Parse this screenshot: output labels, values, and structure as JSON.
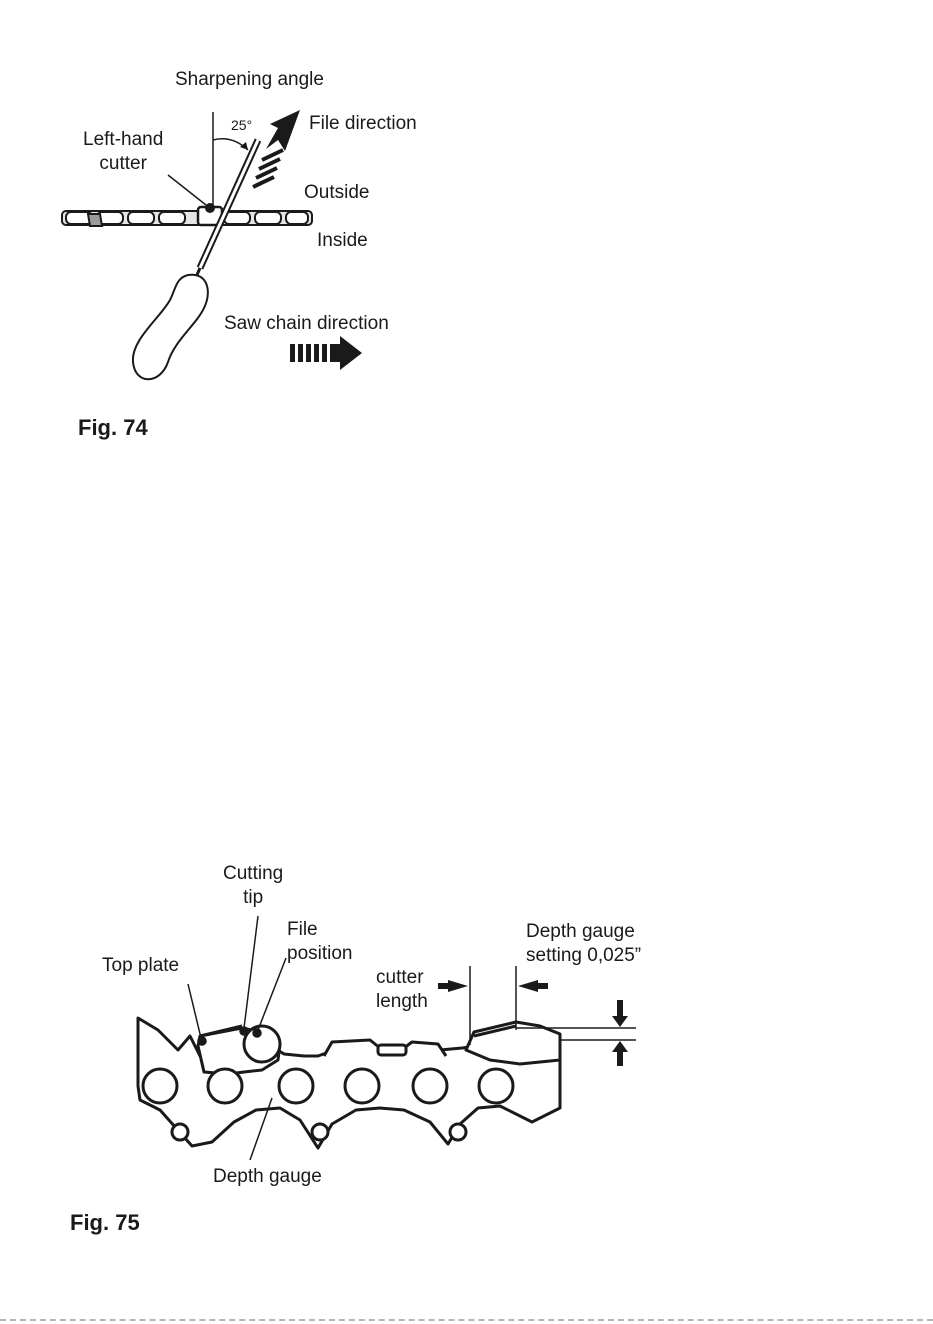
{
  "figure74": {
    "caption": "Fig. 74",
    "labels": {
      "sharpening_angle": "Sharpening angle",
      "angle_value": "25°",
      "file_direction": "File direction",
      "left_hand_cutter": "Left-hand\ncutter",
      "outside": "Outside",
      "inside": "Inside",
      "saw_chain_direction": "Saw chain direction"
    }
  },
  "figure75": {
    "caption": "Fig. 75",
    "labels": {
      "cutting_tip": "Cutting\ntip",
      "file_position": "File\nposition",
      "top_plate": "Top plate",
      "cutter_length": "cutter\nlength",
      "depth_gauge_setting": "Depth gauge\nsetting 0,025”",
      "depth_gauge": "Depth gauge"
    }
  }
}
